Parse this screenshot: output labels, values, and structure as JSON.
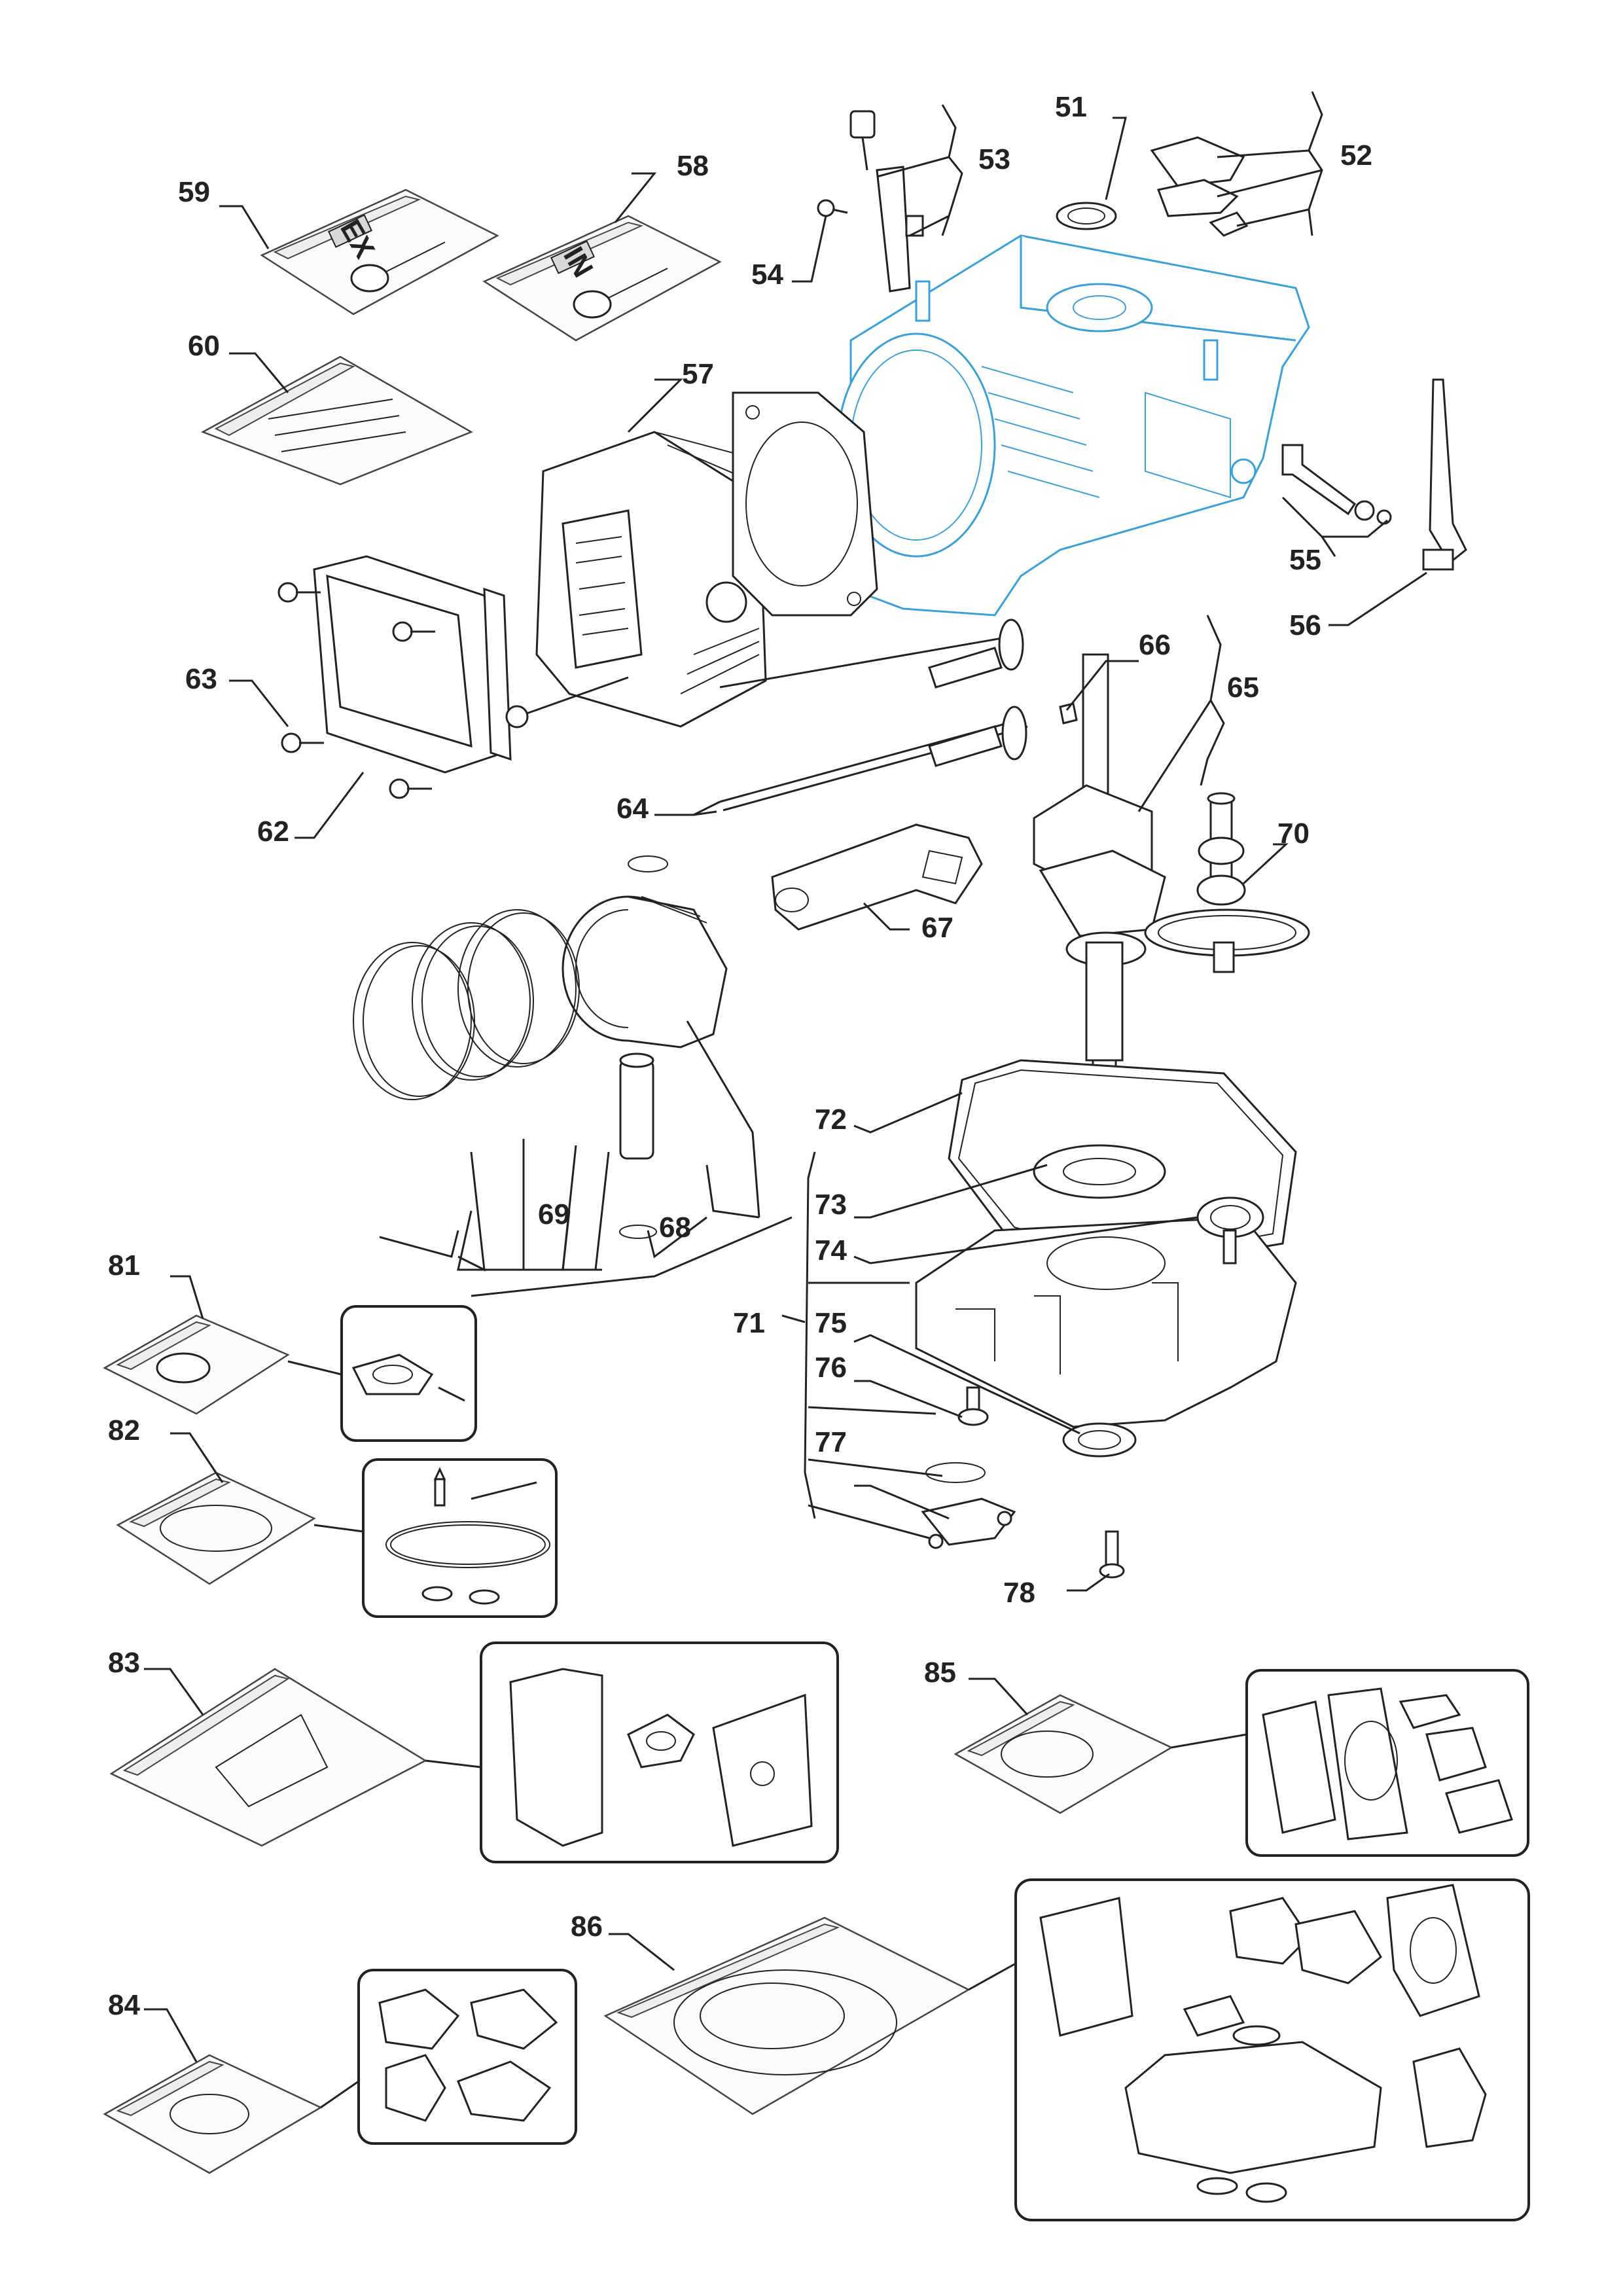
{
  "callouts": {
    "c51": "51",
    "c52": "52",
    "c53": "53",
    "c54": "54",
    "c55": "55",
    "c56": "56",
    "c57": "57",
    "c58": "58",
    "c59": "59",
    "c60": "60",
    "c62": "62",
    "c63": "63",
    "c64": "64",
    "c65": "65",
    "c66": "66",
    "c67": "67",
    "c68": "68",
    "c69": "69",
    "c70": "70",
    "c71": "71",
    "c72": "72",
    "c73": "73",
    "c74": "74",
    "c75": "75",
    "c76": "76",
    "c77": "77",
    "c78": "78",
    "c81": "81",
    "c82": "82",
    "c83": "83",
    "c84": "84",
    "c85": "85",
    "c86": "86"
  },
  "bag_labels": {
    "exhaust_valve_kit": "EX",
    "intake_valve_kit": "IN"
  },
  "colors": {
    "line": "#222222",
    "highlight_engine_block": "#3aa0d8",
    "background": "#ffffff"
  }
}
